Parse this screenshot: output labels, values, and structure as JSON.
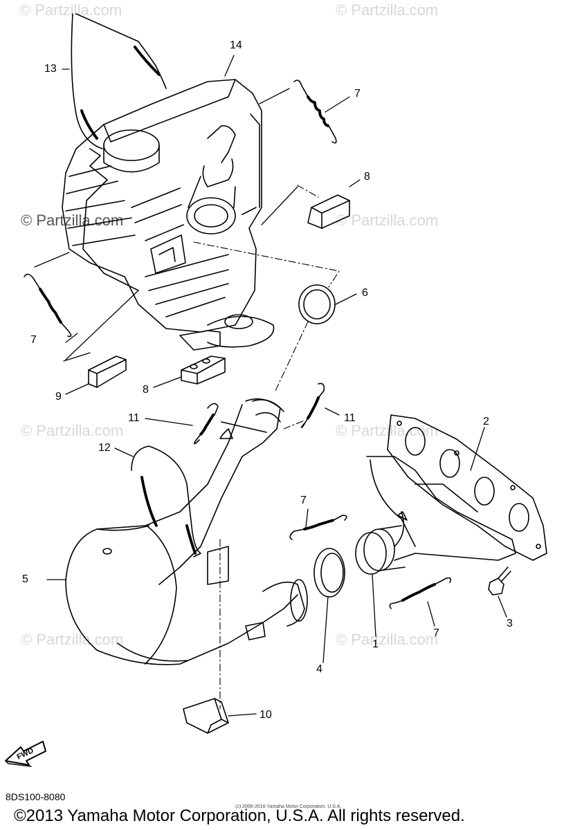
{
  "watermarks": [
    "© Partzilla.com",
    "© Partzilla.com",
    "© Partzilla.com",
    "© Partzilla.com",
    "© Partzilla.com",
    "© Partzilla.com",
    "© Partzilla.com",
    "© Partzilla.com"
  ],
  "callouts": [
    "14",
    "13",
    "7",
    "8",
    "6",
    "7",
    "9",
    "8",
    "11",
    "11",
    "12",
    "2",
    "7",
    "5",
    "3",
    "7",
    "4",
    "1",
    "10"
  ],
  "fwd_label": "FWD",
  "diagram_code": "8DS100-8080",
  "copyright": "©2013 Yamaha Motor Corporation, U.S.A. All rights reserved.",
  "small_copyright": "(c) 2006-2016 Yamaha Motor Corporation, U.S.A."
}
